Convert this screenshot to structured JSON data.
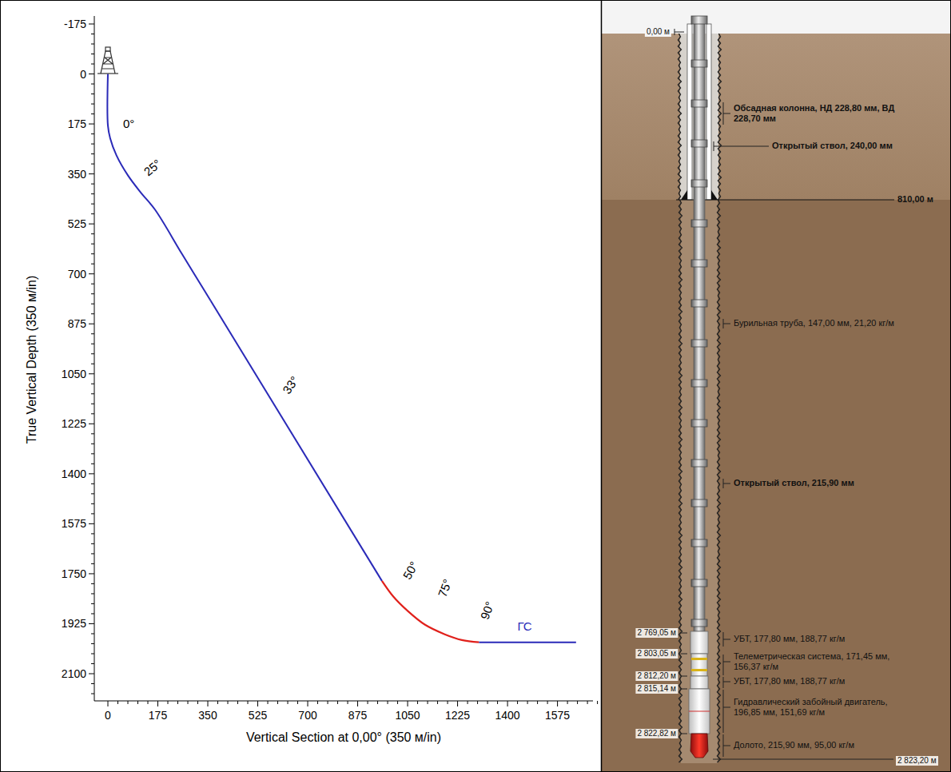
{
  "diagram": {
    "labels": [
      "-175",
      "0",
      "175",
      "350",
      "525",
      "700",
      "875",
      "1050",
      "1225",
      "1400",
      "1575",
      "1750",
      "1925",
      "2100",
      "0",
      "175",
      "350",
      "525",
      "700",
      "875",
      "1050",
      "1225",
      "1400",
      "1575",
      "True Vertical Depth (350 м/in)",
      "Vertical Section at 0,00° (350 м/in)",
      "0°",
      "25°",
      "33°",
      "50°",
      "75°",
      "90°",
      "ГС",
      "0,00 м",
      "Обсадная колонна, НД 228,80 мм, ВД 228,70 мм",
      "Открытый ствол, 240,00 мм",
      "810,00 м",
      "Бурильная труба, 147,00 мм, 21,20 кг/м",
      "Открытый ствол, 215,90 мм",
      "2 769,05 м",
      "УБТ, 177,80 мм, 188,77 кг/м",
      "2 803,05 м",
      "Телеметрическая система, 171,45 мм, 156,37 кг/м",
      "2 812,20 м",
      "УБТ, 177,80 мм, 188,77 кг/м",
      "2 815,14 м",
      "Гидравлический забойный двигатель, 196,85 мм, 151,69 кг/м",
      "2 822,82 м",
      "Долото, 215,90 мм, 95,00 кг/м",
      "2 823,20 м"
    ]
  }
}
